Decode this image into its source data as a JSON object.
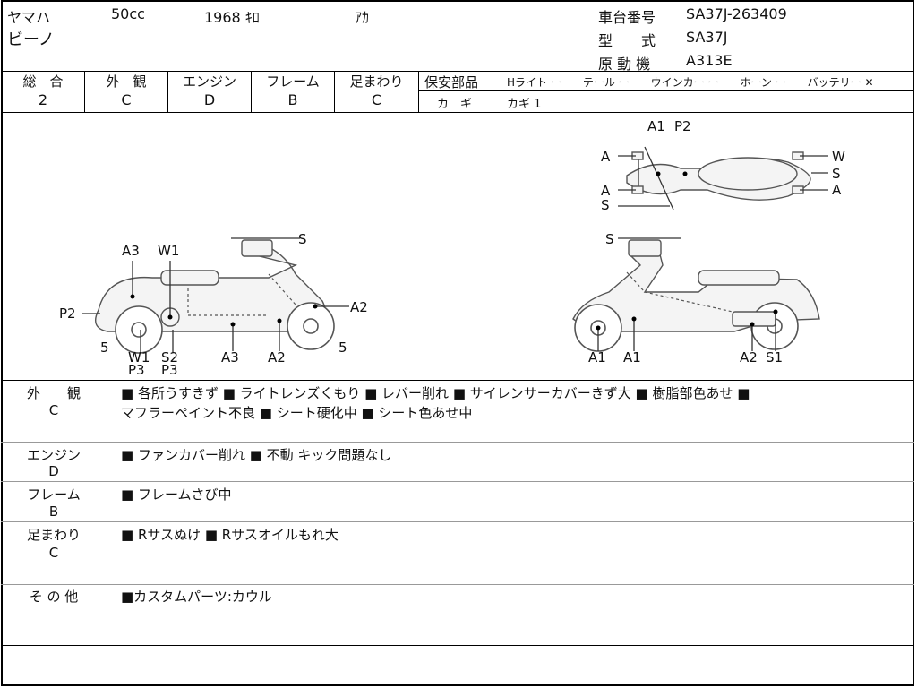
{
  "header": {
    "maker": "ヤマハ",
    "displacement": "50cc",
    "mileage": "1968 ｷﾛ",
    "color": "ｱｶ",
    "model_name": "ビーノ",
    "frame_label": "車台番号",
    "frame_no": "SA37J-263409",
    "type_label": "型　　式",
    "type_value": "SA37J",
    "engine_label": "原 動 機",
    "engine_value": "A313E"
  },
  "grades": {
    "overall_label": "総　合",
    "overall": "2",
    "exterior_label": "外　観",
    "exterior": "C",
    "engine_label": "エンジン",
    "engine": "D",
    "frame_label": "フレーム",
    "frame": "B",
    "suspension_label": "足まわり",
    "suspension": "C"
  },
  "safety": {
    "label": "保安部品",
    "items": "Hライト ー　　テール ー　　ウインカー ー　　ホーン ー　　バッテリー ✕",
    "key_label": "カ　ギ",
    "key_value": "カギ 1"
  },
  "diagram": {
    "top_labels": [
      "A1",
      "P2",
      "A",
      "W",
      "S",
      "A",
      "A",
      "S"
    ],
    "left_labels": [
      "S",
      "A3",
      "W1",
      "P2",
      "A2",
      "5",
      "5",
      "W1",
      "S2",
      "P3",
      "P3",
      "A3",
      "A2"
    ],
    "right_labels": [
      "S",
      "A1",
      "A1",
      "A2",
      "S1"
    ]
  },
  "remarks": [
    {
      "label": "外　　観",
      "grade": "C",
      "lines": [
        "■ 各所うすきず ■ ライトレンズくもり ■ レバー削れ ■ サイレンサーカバーきず大 ■ 樹脂部色あせ ■",
        "マフラーペイント不良 ■ シート硬化中 ■ シート色あせ中"
      ]
    },
    {
      "label": "エンジン",
      "grade": "D",
      "lines": [
        "■ ファンカバー削れ ■ 不動 キック問題なし"
      ]
    },
    {
      "label": "フレーム",
      "grade": "B",
      "lines": [
        "■ フレームさび中"
      ]
    },
    {
      "label": "足まわり",
      "grade": "C",
      "lines": [
        "■ Rサスぬけ ■ Rサスオイルもれ大"
      ]
    },
    {
      "label": "そ の 他",
      "grade": "",
      "lines": [
        "■カスタムパーツ:カウル"
      ]
    }
  ]
}
